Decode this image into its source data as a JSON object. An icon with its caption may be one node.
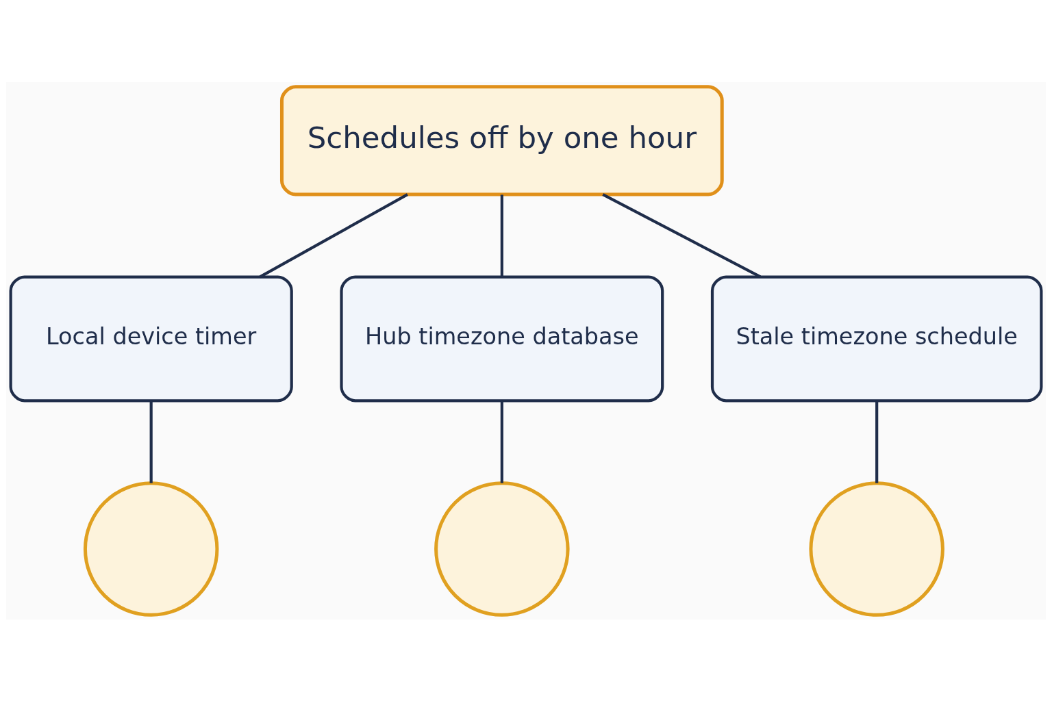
{
  "diagram": {
    "nodes": [
      {
        "text": [
          "Schedules off by one hour"
        ]
      },
      {
        "text": [
          "Local device timer"
        ]
      },
      {
        "text": [
          "Hub timezone database"
        ]
      },
      {
        "text": [
          "Stale timezone schedule"
        ]
      },
      {
        "text": [],
        "shape": "circle"
      },
      {
        "text": [],
        "shape": "circle"
      },
      {
        "text": [],
        "shape": "circle"
      }
    ],
    "edges": [
      {
        "from": 0,
        "to": 1,
        "arrow": "none"
      },
      {
        "from": 0,
        "to": 2,
        "arrow": "none"
      },
      {
        "from": 0,
        "to": 3,
        "arrow": "none"
      },
      {
        "from": 1,
        "to": 4,
        "arrow": "none"
      },
      {
        "from": 2,
        "to": 5,
        "arrow": "none"
      },
      {
        "from": 3,
        "to": 6,
        "arrow": "none"
      }
    ]
  }
}
